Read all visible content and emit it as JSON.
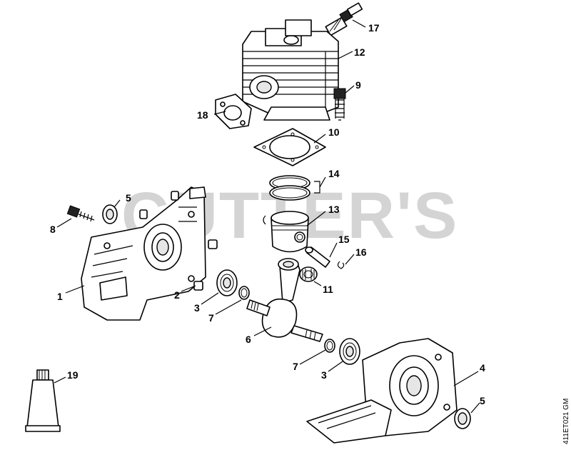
{
  "watermark": "CUTTER'S",
  "drawing_code": "411ET021 GM",
  "labels": {
    "l1": "1",
    "l2": "2",
    "l3a": "3",
    "l3b": "3",
    "l4": "4",
    "l5a": "5",
    "l5b": "5",
    "l6": "6",
    "l7a": "7",
    "l7b": "7",
    "l8": "8",
    "l9": "9",
    "l10": "10",
    "l11": "11",
    "l12": "12",
    "l13": "13",
    "l14": "14",
    "l15": "15",
    "l16": "16",
    "l17": "17",
    "l18": "18",
    "l19": "19"
  }
}
